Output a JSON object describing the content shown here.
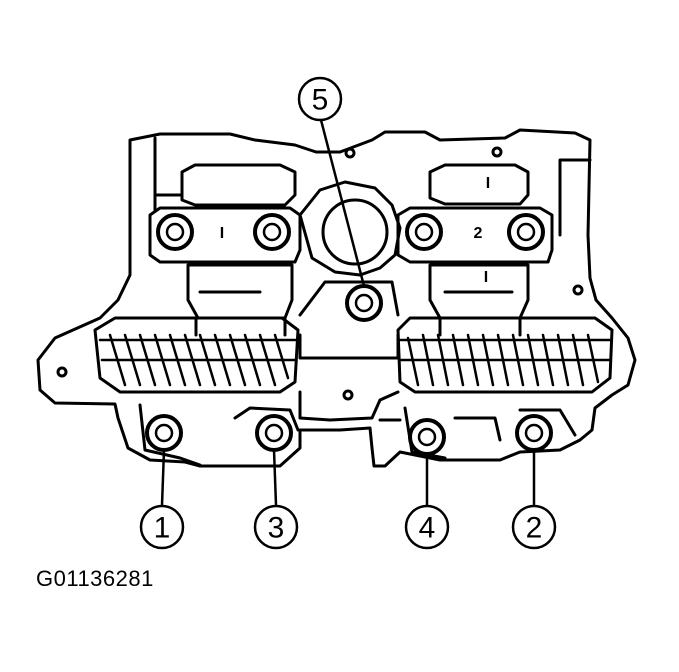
{
  "figure_id": "G01136281",
  "callouts": [
    {
      "label": "1"
    },
    {
      "label": "3"
    },
    {
      "label": "4"
    },
    {
      "label": "2"
    },
    {
      "label": "5"
    }
  ],
  "cam_cap_marks": [
    "I",
    "2",
    "I",
    "I"
  ]
}
